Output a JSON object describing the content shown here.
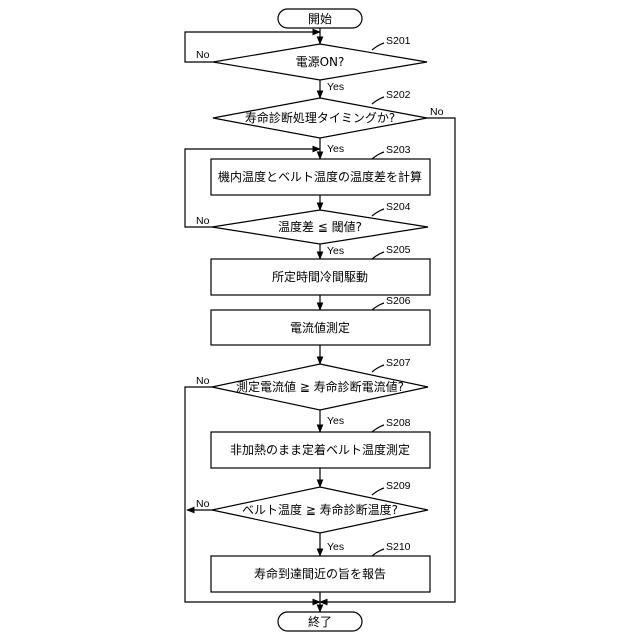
{
  "terminals": {
    "start": "開始",
    "end": "終了"
  },
  "steps": {
    "s201": {
      "id": "S201",
      "text": "電源ON?"
    },
    "s202": {
      "id": "S202",
      "text": "寿命診断処理タイミングか?"
    },
    "s203": {
      "id": "S203",
      "text": "機内温度とベルト温度の温度差を計算"
    },
    "s204": {
      "id": "S204",
      "text": "温度差 ≦ 閾値?"
    },
    "s205": {
      "id": "S205",
      "text": "所定時間冷間駆動"
    },
    "s206": {
      "id": "S206",
      "text": "電流値測定"
    },
    "s207": {
      "id": "S207",
      "text": "測定電流値 ≧ 寿命診断電流値?"
    },
    "s208": {
      "id": "S208",
      "text": "非加熱のまま定着ベルト温度測定"
    },
    "s209": {
      "id": "S209",
      "text": "ベルト温度 ≧ 寿命診断温度?"
    },
    "s210": {
      "id": "S210",
      "text": "寿命到達間近の旨を報告"
    }
  },
  "branch_labels": {
    "yes": "Yes",
    "no": "No"
  }
}
